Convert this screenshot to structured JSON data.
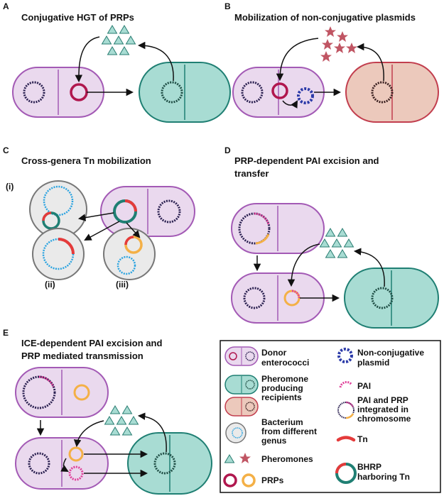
{
  "colors": {
    "donor_fill": "#ead9ee",
    "donor_stroke": "#a35ab5",
    "recipient_fill": "#a8dcd3",
    "recipient_stroke": "#1f7f73",
    "nonconj_recipient_fill": "#ecc9bc",
    "nonconj_recipient_stroke": "#c23e4e",
    "other_genus_fill": "#eaeaea",
    "other_genus_stroke": "#777777",
    "prp_red": "#b0174e",
    "prp_orange": "#f4b046",
    "tn_red": "#e43b3b",
    "pheromone_triangle": "#a8dcd3",
    "pheromone_star": "#c05563",
    "nonconj_plasmid": "#2b3aa8",
    "pai_pink": "#e0409a"
  },
  "panels": {
    "a": {
      "letter": "A",
      "title": "Conjugative HGT of PRPs"
    },
    "b": {
      "letter": "B",
      "title": "Mobilization of non-conjugative plasmids"
    },
    "c": {
      "letter": "C",
      "title": "Cross-genera Tn mobilization",
      "sub_i": "(i)",
      "sub_ii": "(ii)",
      "sub_iii": "(iii)"
    },
    "d": {
      "letter": "D",
      "title_line1": "PRP-dependent PAI excision and",
      "title_line2": "transfer"
    },
    "e": {
      "letter": "E",
      "title_line1": "ICE-dependent PAI excision and",
      "title_line2": "PRP mediated transmission"
    }
  },
  "legend": {
    "donor": {
      "line1": "Donor",
      "line2": "enterococci"
    },
    "recipient": {
      "line1": "Pheromone",
      "line2": "producing",
      "line3": "recipients"
    },
    "other_genus": {
      "line1": "Bacterium",
      "line2": "from different",
      "line3": "genus"
    },
    "pheromones": "Pheromones",
    "prps": "PRPs",
    "nonconj": {
      "line1": "Non-conjugative",
      "line2": "plasmid"
    },
    "pai": "PAI",
    "pai_prp": {
      "line1": "PAI and PRP",
      "line2": "integrated in",
      "line3": "chromosome"
    },
    "tn": "Tn",
    "bhrp": {
      "line1": "BHRP",
      "line2": "harboring Tn"
    }
  }
}
